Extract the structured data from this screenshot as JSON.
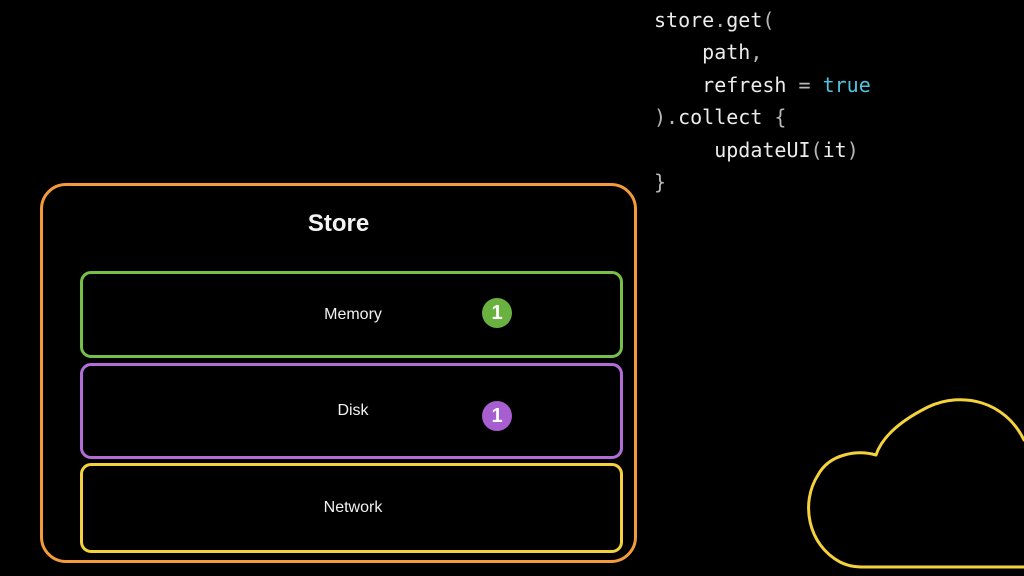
{
  "code": {
    "line1": {
      "a": "store",
      "b": ".",
      "c": "get",
      "d": "("
    },
    "line2": {
      "indent": "    ",
      "a": "path",
      "b": ","
    },
    "line3": {
      "indent": "    ",
      "a": "refresh",
      "b": " = ",
      "c": "true"
    },
    "line4": {
      "a": ")",
      "b": ".",
      "c": "collect",
      "d": " {"
    },
    "line5": {
      "indent": "     ",
      "a": "updateUI",
      "b": "(",
      "c": "it",
      "d": ")"
    },
    "line6": {
      "a": "}"
    }
  },
  "store": {
    "title": "Store",
    "layers": {
      "memory": {
        "label": "Memory",
        "badge": "1"
      },
      "disk": {
        "label": "Disk",
        "badge": "1"
      },
      "network": {
        "label": "Network"
      }
    }
  },
  "colors": {
    "store_border": "#f39a3c",
    "memory": "#76c04a",
    "disk": "#b26dd8",
    "network": "#f3d23c",
    "cloud": "#f3d23c",
    "keyword": "#4fc3e0"
  },
  "icons": {
    "cloud": "cloud-icon"
  }
}
